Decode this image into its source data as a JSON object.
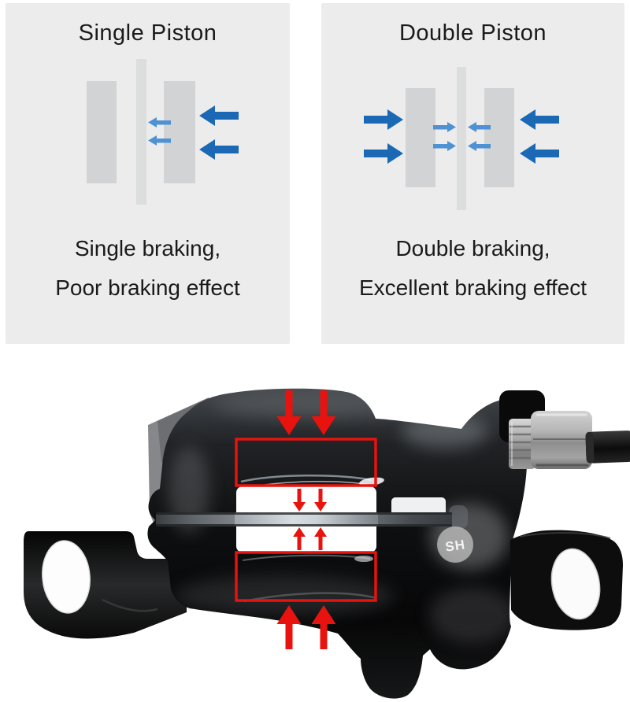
{
  "page": {
    "background": "#ffffff"
  },
  "comparison": {
    "panel_bg": "#ececec",
    "pad_color": "#d2d3d4",
    "rotor_color": "#dcdddd",
    "arrow_large_color": "#1b69b4",
    "arrow_small_color": "#4e92d3",
    "text_color": "#1a1a1a",
    "left": {
      "title": "Single Piston",
      "caption_line1": "Single braking,",
      "caption_line2": "Poor braking effect"
    },
    "right": {
      "title": "Double Piston",
      "caption_line1": "Double braking,",
      "caption_line2": "Excellent braking effect"
    }
  },
  "photo": {
    "brand_badge": "SH",
    "annotation_color": "#e8120e"
  }
}
